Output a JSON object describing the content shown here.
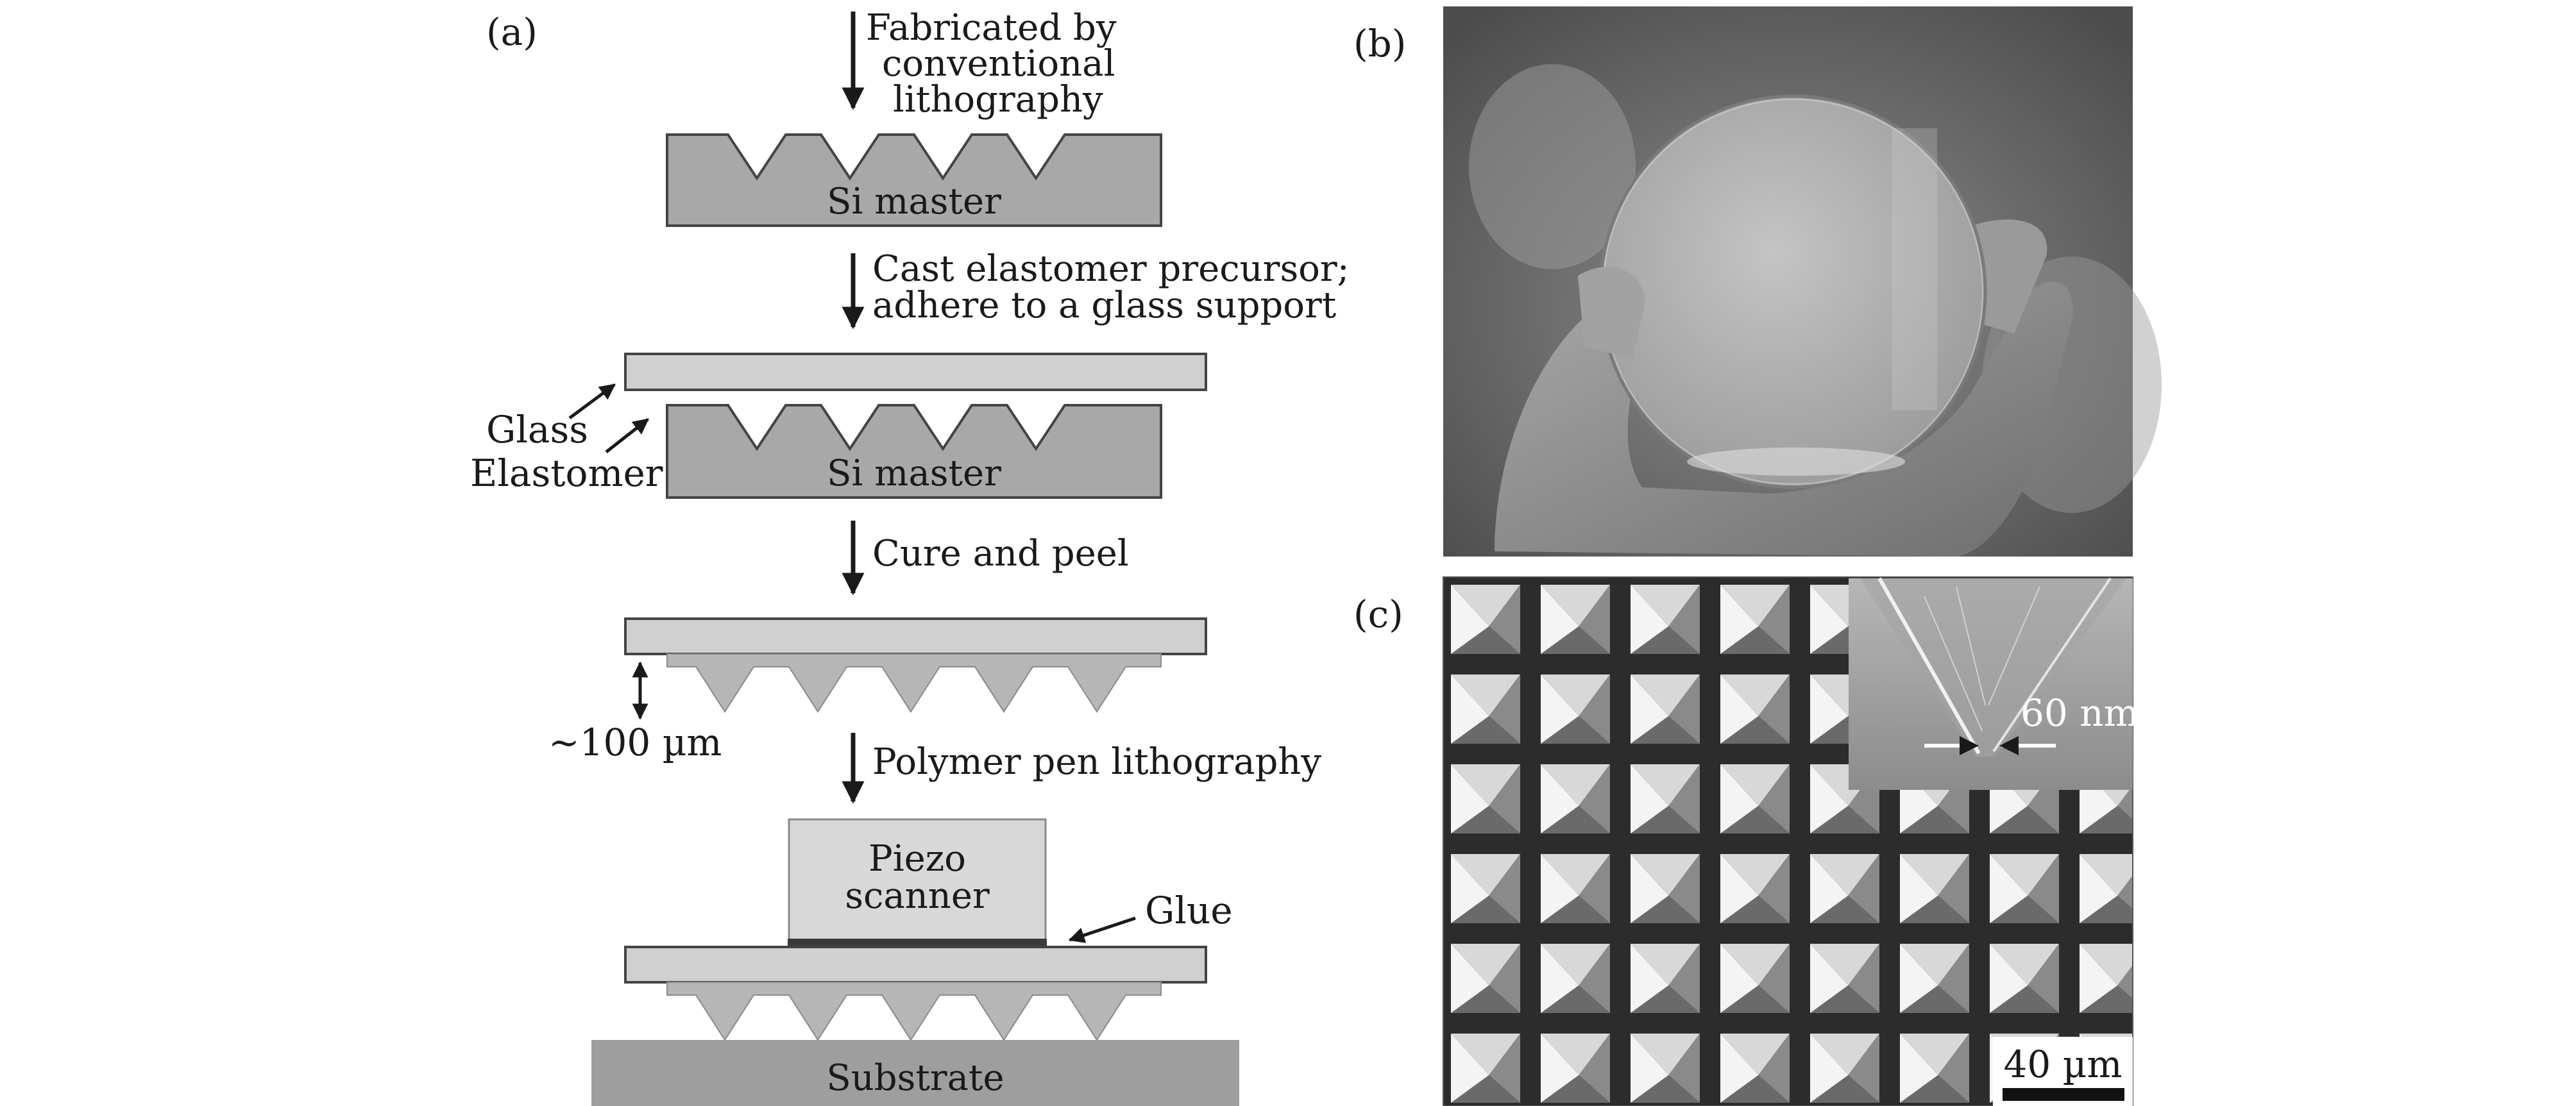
{
  "panel_labels": {
    "a": "(a)",
    "b": "(b)",
    "c": "(c)"
  },
  "steps": {
    "step1": [
      "Fabricated by",
      "conventional",
      "lithography"
    ],
    "step2": [
      "Cast elastomer precursor;",
      "adhere to a glass support"
    ],
    "step3": "Cure and peel",
    "step4": "Polymer pen lithography"
  },
  "labels": {
    "si_master": "Si master",
    "glass": "Glass",
    "elastomer": "Elastomer",
    "thickness": "~100 µm",
    "piezo": [
      "Piezo",
      "scanner"
    ],
    "glue": "Glue",
    "substrate": "Substrate"
  },
  "sem": {
    "inset_scale": "60 nm",
    "scale_bar": "40 µm"
  },
  "colors": {
    "si": "#a8a8a8",
    "glass": "#d0d0d0",
    "elastomer": "#b6b6b6",
    "piezo": "#d8d8d8",
    "substrate": "#9e9e9e",
    "glue": "#3a3a3a",
    "stroke": "#444444"
  }
}
